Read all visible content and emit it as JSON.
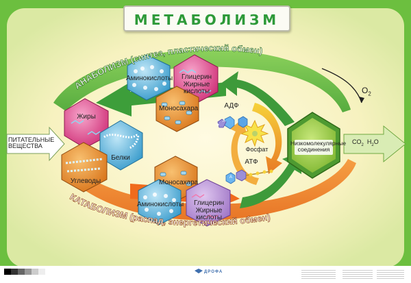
{
  "title": "МЕТАБОЛИЗМ",
  "anabolism_label": "АНАБОЛИЗМ (синтез, пластический обмен)",
  "catabolism_label": "КАТАБОЛИЗМ (распад, энергетический обмен)",
  "input_label": [
    "ПИТАТЕЛЬНЫЕ",
    "ВЕЩЕСТВА"
  ],
  "anabolism_hexes": {
    "amino_acids": "Аминокислоты",
    "glycerol_fatty_acids": [
      "Глицерин",
      "Жирные кислоты"
    ],
    "monosaccharides": "Моносахара"
  },
  "nutrients_hexes": {
    "fats": "Жиры",
    "proteins": "Белки",
    "carbohydrates": "Углеводы"
  },
  "catabolism_hexes": {
    "monosaccharides": "Моносахара",
    "amino_acids": "Аминокислоты",
    "glycerol_fatty_acids": [
      "Глицерин",
      "Жирные кислоты"
    ]
  },
  "low_molecular": [
    "Низкомолекулярные",
    "соединения"
  ],
  "atp_cycle": {
    "adp": "АДФ",
    "atp": "АТФ",
    "phosphate": "Фосфат",
    "nucleotide_base": "А"
  },
  "o2": {
    "symbol": "O",
    "sub": "2"
  },
  "co2": {
    "symbol": "CO",
    "sub": "2"
  },
  "h2o": {
    "symbol": "H",
    "sub": "2",
    "tail": "O"
  },
  "publisher": "ДРОФА",
  "colors": {
    "frame_green": "#6cbf3f",
    "anabolism_arrow": "#4fae4a",
    "catabolism_arrow": "#e87a2a",
    "hex_pink": "#e04b8c",
    "hex_blue": "#58b4d8",
    "hex_orange": "#e8902c",
    "hex_lime": "#8dc63f"
  }
}
